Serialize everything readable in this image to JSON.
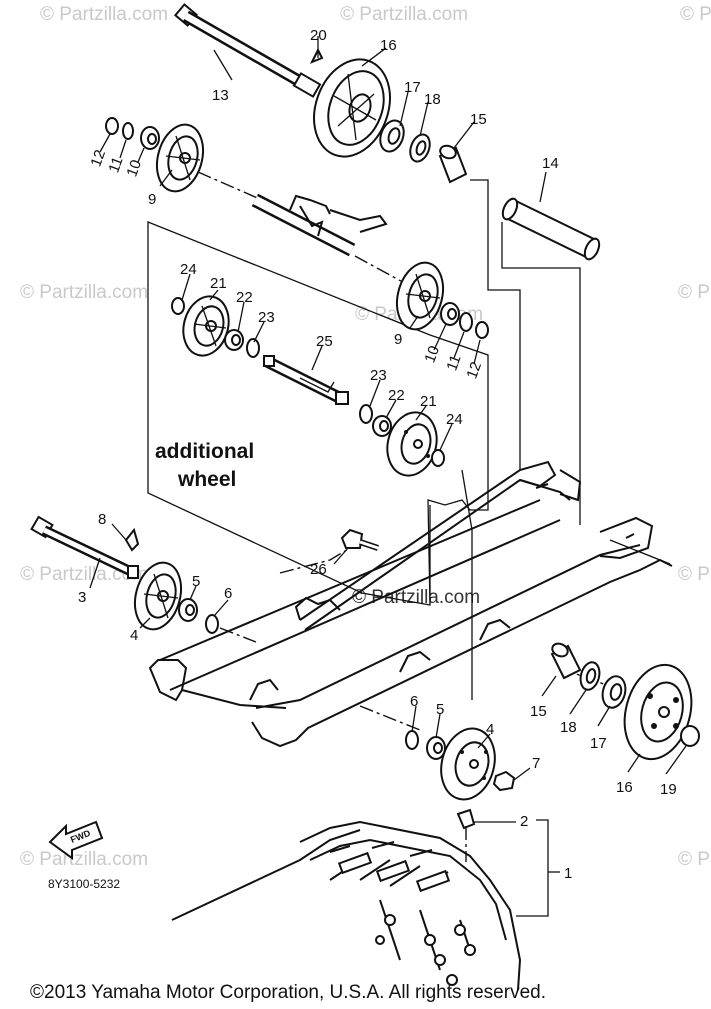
{
  "watermark": "© Partzilla.com",
  "callout_text": {
    "line1": "additional",
    "line2": "wheel"
  },
  "diagram_code": "8Y3100-5232",
  "fwd_label": "FWD",
  "copyright": "©2013  Yamaha Motor Corporation, U.S.A. All rights reserved.",
  "parts": {
    "p1": "1",
    "p2": "2",
    "p3": "3",
    "p4a": "4",
    "p4b": "4",
    "p5a": "5",
    "p5b": "5",
    "p6a": "6",
    "p6b": "6",
    "p7": "7",
    "p8": "8",
    "p9a": "9",
    "p9b": "9",
    "p10a": "10",
    "p10b": "10",
    "p11a": "11",
    "p11b": "11",
    "p12a": "12",
    "p12b": "12",
    "p13": "13",
    "p14": "14",
    "p15a": "15",
    "p15b": "15",
    "p16a": "16",
    "p16b": "16",
    "p17a": "17",
    "p17b": "17",
    "p18a": "18",
    "p18b": "18",
    "p19": "19",
    "p20": "20",
    "p21a": "21",
    "p21b": "21",
    "p22a": "22",
    "p22b": "22",
    "p23a": "23",
    "p23b": "23",
    "p24a": "24",
    "p24b": "24",
    "p25": "25",
    "p26": "26"
  }
}
